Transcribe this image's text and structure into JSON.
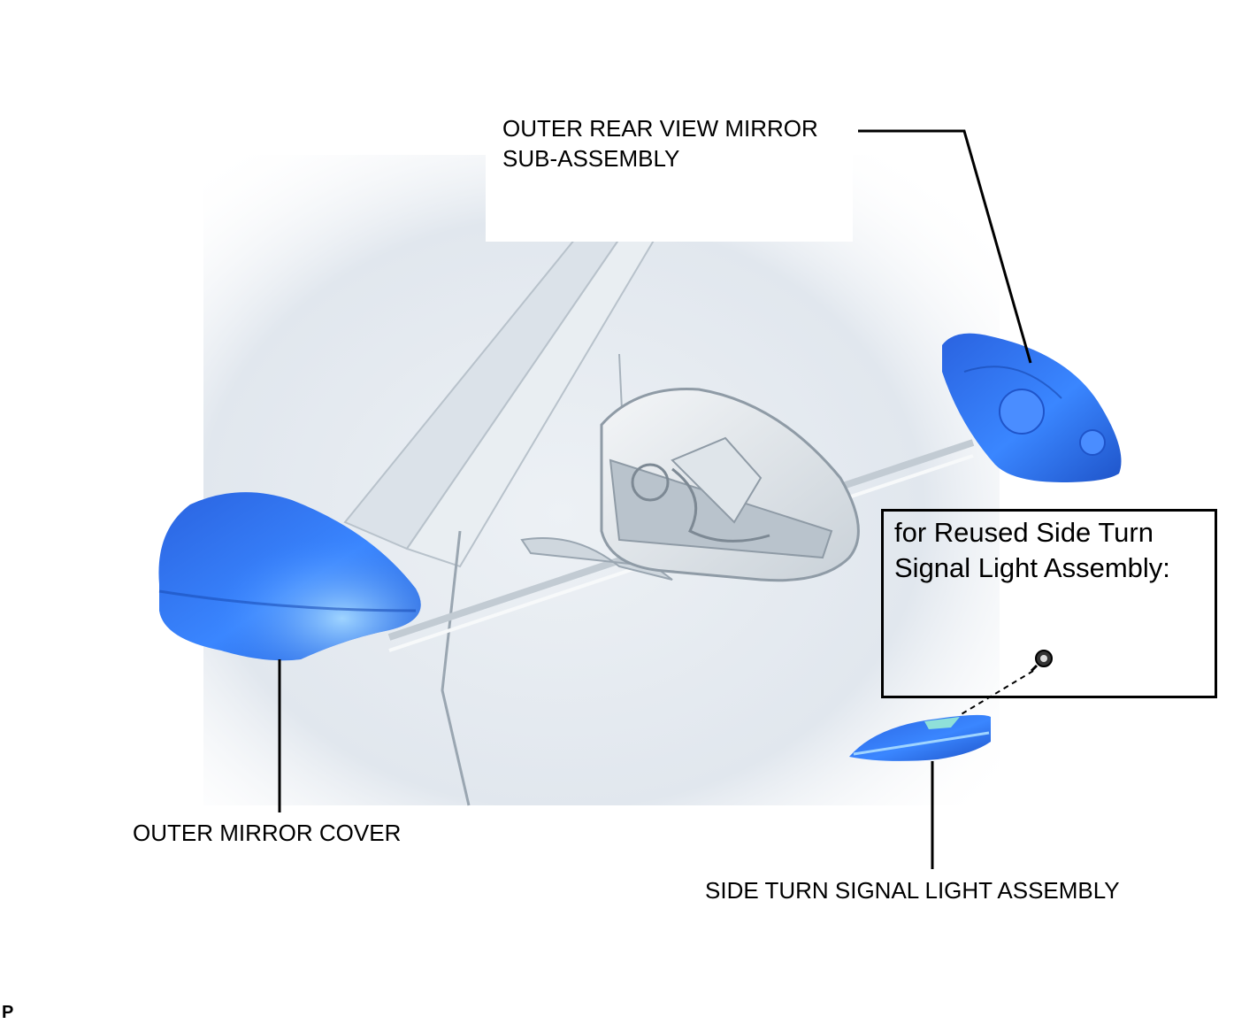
{
  "labels": {
    "mirror_sub_assembly": [
      "OUTER REAR VIEW MIRROR",
      "SUB-ASSEMBLY"
    ],
    "mirror_cover": "OUTER MIRROR COVER",
    "turn_signal": "SIDE TURN SIGNAL LIGHT ASSEMBLY",
    "inset_note": [
      "for Reused Side Turn",
      "Signal Light Assembly:"
    ],
    "corner_code": "P"
  },
  "colors": {
    "part_highlight": "#2f6fe8",
    "part_highlight_light": "#6fb0ff",
    "vehicle_body": "#e6ecf1",
    "line": "#000000"
  }
}
